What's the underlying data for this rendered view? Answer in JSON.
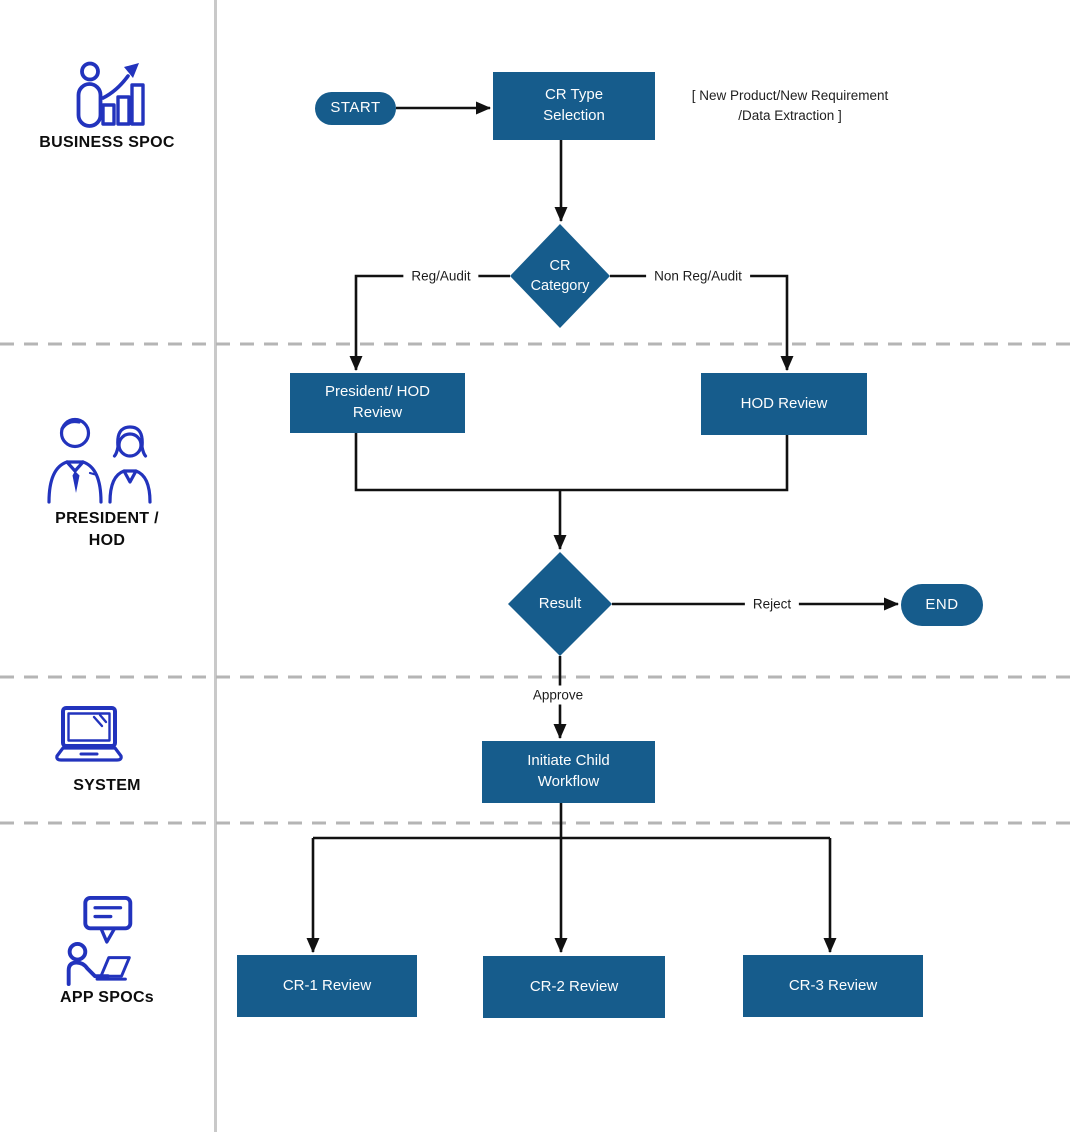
{
  "diagram": {
    "lanes": [
      {
        "label": "BUSINESS SPOC",
        "icon": "person-bar-chart-icon"
      },
      {
        "label": "PRESIDENT / HOD",
        "icon": "two-people-icon"
      },
      {
        "label": "SYSTEM",
        "icon": "laptop-icon"
      },
      {
        "label": "APP SPOCs",
        "icon": "person-chat-laptop-icon"
      }
    ],
    "nodes": {
      "start": "START",
      "cr_type_selection": "CR Type Selection",
      "cr_category": "CR Category",
      "president_hod_review": "President/ HOD Review",
      "hod_review": "HOD Review",
      "result": "Result",
      "end": "END",
      "initiate_child_workflow": "Initiate Child Workflow",
      "cr1_review": "CR-1 Review",
      "cr2_review": "CR-2 Review",
      "cr3_review": "CR-3 Review"
    },
    "edges": {
      "reg_audit": "Reg/Audit",
      "non_reg_audit": "Non Reg/Audit",
      "reject": "Reject",
      "approve": "Approve"
    },
    "annotation": {
      "line1": "[ New Product/New Requirement",
      "line2": "/Data Extraction ]"
    },
    "colors": {
      "node_fill": "#165c8c",
      "icon_blue": "#2233bd",
      "connector": "#111111",
      "lane_divider": "#b5b5b5",
      "lane_border": "#c9c9c9"
    }
  }
}
